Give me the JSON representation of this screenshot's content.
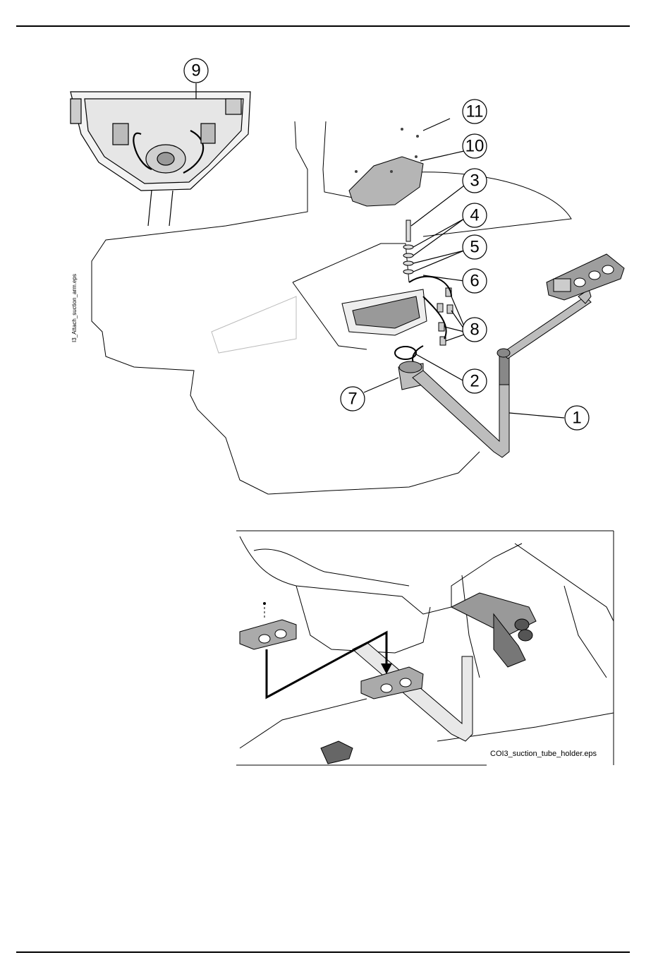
{
  "figure_top": {
    "filename": "I3_Attach_suction_arm.eps",
    "callouts": [
      "1",
      "2",
      "3",
      "4",
      "5",
      "6",
      "7",
      "8",
      "9",
      "10",
      "11"
    ]
  },
  "figure_bottom": {
    "filename": "COI3_suction_tube_holder.eps"
  }
}
